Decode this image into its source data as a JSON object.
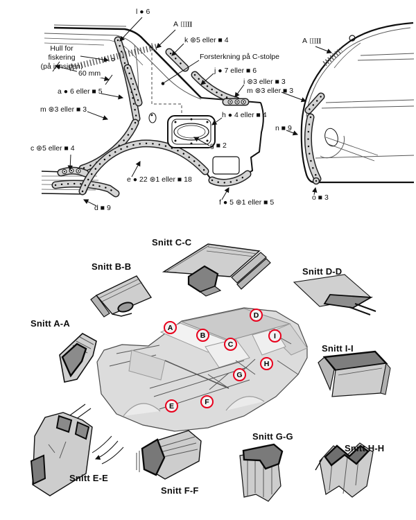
{
  "top_view": {
    "labels": {
      "l": "l ● 6",
      "a_marker_left": "A",
      "k": "k ⊛5 eller ■ 4",
      "reinforcement_note": "Forsterkning på C-stolpe",
      "j": "j ● 7 eller ■ 6",
      "i": "i ⊛3 eller ■ 3",
      "m_right": "m ⊛3 eller ■ 3",
      "hole_note_line1": "Hull for",
      "hole_note_line2": "fiskering",
      "hole_note_line3": "(på innsiden)",
      "dimension": "60 mm",
      "a": "a ● 6 eller ■ 5",
      "m_left": "m ⊛3 eller ■ 3",
      "c": "c ⊛5 eller ■ 4",
      "e": "e ● 22 ⊛1 eller ■ 18",
      "d": "d ■ 9",
      "h": "h ● 4 eller ■ 4",
      "g": "g ■ 2",
      "f": "f ● 5 ⊛1 eller ■ 5",
      "a_marker_right": "A",
      "n": "n ■ 9",
      "o": "o ■ 3"
    }
  },
  "sections": {
    "aa": "Snitt A-A",
    "bb": "Snitt B-B",
    "cc": "Snitt C-C",
    "dd": "Snitt D-D",
    "ee": "Snitt E-E",
    "ff": "Snitt F-F",
    "gg": "Snitt G-G",
    "hh": "Snitt H-H",
    "ii": "Snitt I-I"
  },
  "body_markers": [
    "A",
    "B",
    "C",
    "D",
    "E",
    "F",
    "G",
    "H",
    "I"
  ],
  "colors": {
    "marker_ring": "#e8001c",
    "line": "#111111",
    "band_fill": "#d4d4d4",
    "section_light": "#cdcdcd",
    "section_dark": "#7a7a7a"
  }
}
